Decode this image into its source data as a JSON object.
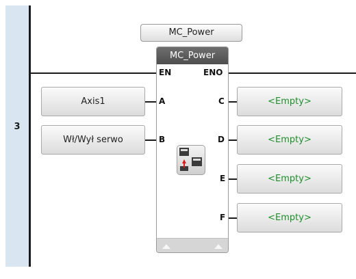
{
  "rung": {
    "number": "3"
  },
  "function_block": {
    "instance_name": "MC_Power",
    "type_name": "MC_Power",
    "enable_in": "EN",
    "enable_out": "ENO",
    "icon": "servo-power-icon",
    "inputs": [
      {
        "pin": "A",
        "value": "Axis1"
      },
      {
        "pin": "B",
        "value": "Wł/Wył serwo"
      }
    ],
    "outputs": [
      {
        "pin": "C",
        "value": "<Empty>"
      },
      {
        "pin": "D",
        "value": "<Empty>"
      },
      {
        "pin": "E",
        "value": "<Empty>"
      },
      {
        "pin": "F",
        "value": "<Empty>"
      }
    ]
  },
  "colors": {
    "gutter": "#d9e5f0",
    "header": "#5a5a5a",
    "empty_text": "#1c8f2a"
  }
}
